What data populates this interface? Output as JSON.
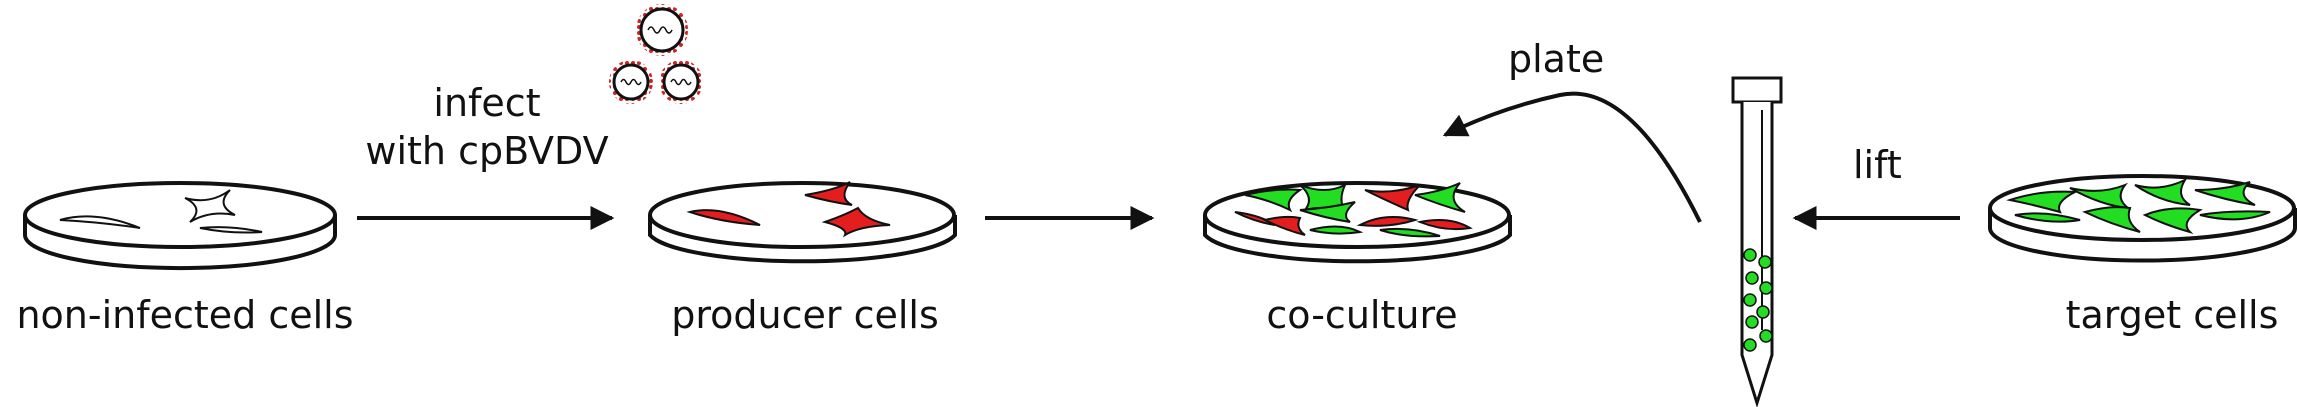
{
  "labels": {
    "non_infected": "non-infected cells",
    "producer": "producer cells",
    "coculture": "co-culture",
    "target": "target cells",
    "infect_line1": "infect",
    "infect_line2": "with cpBVDV",
    "plate": "plate",
    "lift": "lift"
  },
  "colors": {
    "infected_cell": "#e41e1e",
    "target_cell": "#22dd22",
    "outline": "#111111",
    "virus_spike": "#d42020"
  },
  "icons": [
    "petri-dish",
    "virus-particle",
    "centrifuge-tube",
    "arrow"
  ]
}
